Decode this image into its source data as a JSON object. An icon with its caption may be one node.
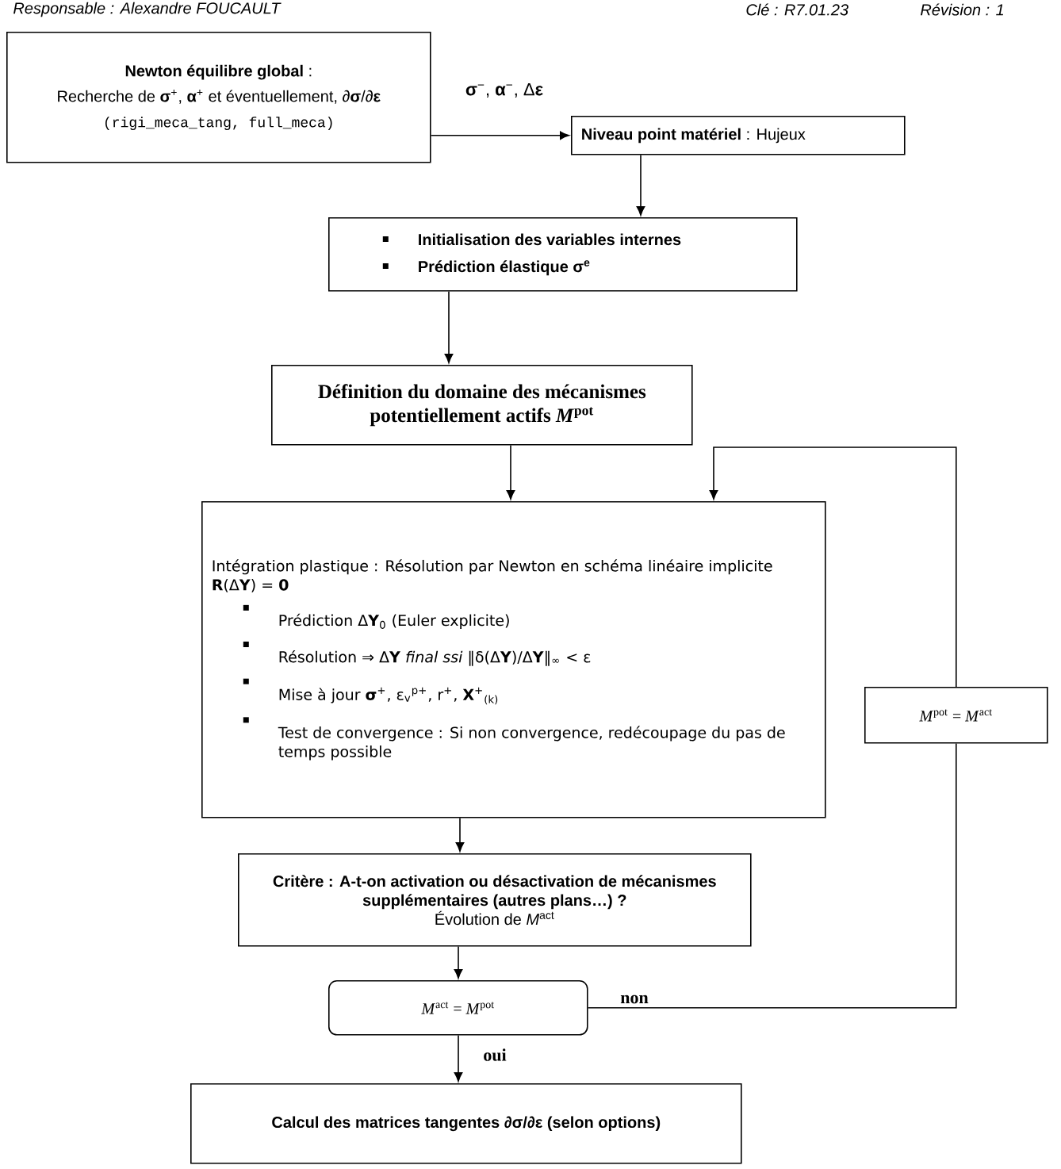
{
  "diagram": {
    "nodes": [
      {
        "text": [
          "**Newton équilibre global** :",
          "Recherche de **σ**$^{+}$, **α**$^{+}$ et éventuellement, ∂**σ**/∂**ε**",
          "(rigi_meca_tang, full_meca)"
        ]
      },
      {
        "text": [
          "**Niveau point matériel** : Hujeux"
        ]
      },
      {
        "text": [
          "Initialisation des variables internes",
          "Prédiction élastique **σ**$^{e}$"
        ]
      },
      {
        "text": [
          "Définition du domaine des mécanismes potentiellement actifs *M*$^{pot}$"
        ]
      },
      {
        "text": [
          "Intégration plastique : Résolution par Newton en schéma linéaire implicite **R**(Δ**Y**) = **0**",
          "Prédiction Δ**Y**$_{0}$ (Euler explicite)",
          "Résolution ⇒ Δ**Y** *final ssi* ‖δ(Δ**Y**)/Δ**Y**‖$_{∞}$ < ε",
          "Mise à jour **σ**$^{+}$, ε$_{v}$$^{p+}$, r$^{+}$, **X**$^{+}$$_{(k)}$",
          "Test de convergence : Si non convergence, redécoupage du pas de temps possible"
        ]
      },
      {
        "text": [
          "*M*$^{pot}$ = *M*$^{act}$"
        ]
      },
      {
        "text": [
          "Critère : A-t-on activation ou désactivation de mécanismes supplémentaires (autres plans…) ?",
          "Évolution de *M*$^{act}$"
        ]
      },
      {
        "text": [
          "*M*$^{act}$ = *M*$^{pot}$"
        ]
      },
      {
        "text": [
          "Calcul des matrices tangentes ∂σ/∂ε (selon options)"
        ]
      }
    ],
    "edges": [
      {
        "from": 0,
        "to": 1,
        "arrow": "to",
        "label": "**σ**$^{−}$, **α**$^{−}$, Δ**ε**"
      },
      {
        "from": 1,
        "to": 2,
        "arrow": "to"
      },
      {
        "from": 2,
        "to": 3,
        "arrow": "to"
      },
      {
        "from": 3,
        "to": 4,
        "arrow": "to"
      },
      {
        "from": 5,
        "to": 4,
        "arrow": "to"
      },
      {
        "from": 4,
        "to": 6,
        "arrow": "to"
      },
      {
        "from": 6,
        "to": 7,
        "arrow": "to"
      },
      {
        "from": 7,
        "to": 5,
        "arrow": "none",
        "label": "non"
      },
      {
        "from": 7,
        "to": 8,
        "arrow": "to",
        "label": "oui"
      }
    ],
    "labels": [
      "Responsable : Alexandre FOUCAULT",
      "Clé : R7.01.23",
      "Révision : 1"
    ]
  }
}
